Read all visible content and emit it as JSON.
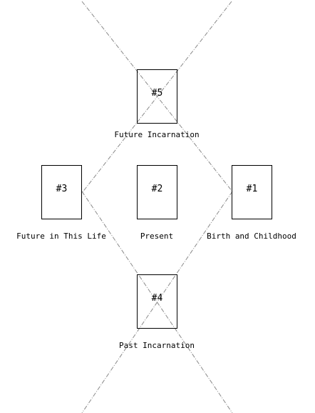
{
  "cards": {
    "card1": {
      "number": "#1",
      "caption": "Birth and Childhood"
    },
    "card2": {
      "number": "#2",
      "caption": "Present"
    },
    "card3": {
      "number": "#3",
      "caption": "Future in This Life"
    },
    "card4": {
      "number": "#4",
      "caption": "Past Incarnation"
    },
    "card5": {
      "number": "#5",
      "caption": "Future Incarnation"
    }
  },
  "colors": {
    "card_border": "#000000",
    "guide_line": "#8a8a8a",
    "background": "#ffffff"
  }
}
